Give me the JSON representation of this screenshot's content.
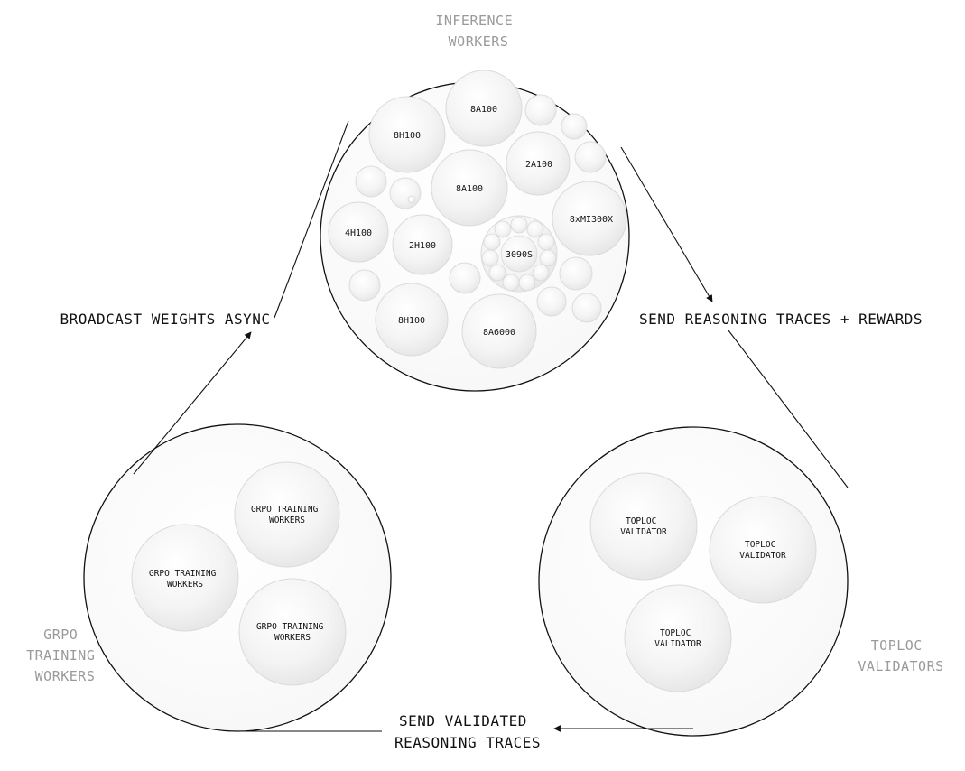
{
  "groups": {
    "inference": {
      "title_lines": [
        "INFERENCE",
        "WORKERS"
      ]
    },
    "training": {
      "title_lines": [
        "GRPO",
        "TRAINING",
        "WORKERS"
      ]
    },
    "validators": {
      "title_lines": [
        "TOPLOC",
        "VALIDATORS"
      ]
    }
  },
  "arrows": {
    "broadcast": {
      "label": "BROADCAST WEIGHTS ASYNC"
    },
    "send_traces": {
      "label": "SEND REASONING TRACES + REWARDS"
    },
    "validated": {
      "label_lines": [
        "SEND VALIDATED",
        "REASONING TRACES"
      ]
    }
  },
  "inference_nodes": [
    "8A100",
    "8H100",
    "2A100",
    "8A100",
    "8xMI300X",
    "4H100",
    "2H100",
    "3090S",
    "8H100",
    "8A6000"
  ],
  "training_workers": [
    {
      "lines": [
        "GRPO TRAINING",
        "WORKERS"
      ]
    },
    {
      "lines": [
        "GRPO TRAINING",
        "WORKERS"
      ]
    },
    {
      "lines": [
        "GRPO TRAINING",
        "WORKERS"
      ]
    }
  ],
  "validator_nodes": [
    {
      "lines": [
        "TOPLOC",
        "VALIDATOR"
      ]
    },
    {
      "lines": [
        "TOPLOC",
        "VALIDATOR"
      ]
    },
    {
      "lines": [
        "TOPLOC",
        "VALIDATOR"
      ]
    }
  ]
}
